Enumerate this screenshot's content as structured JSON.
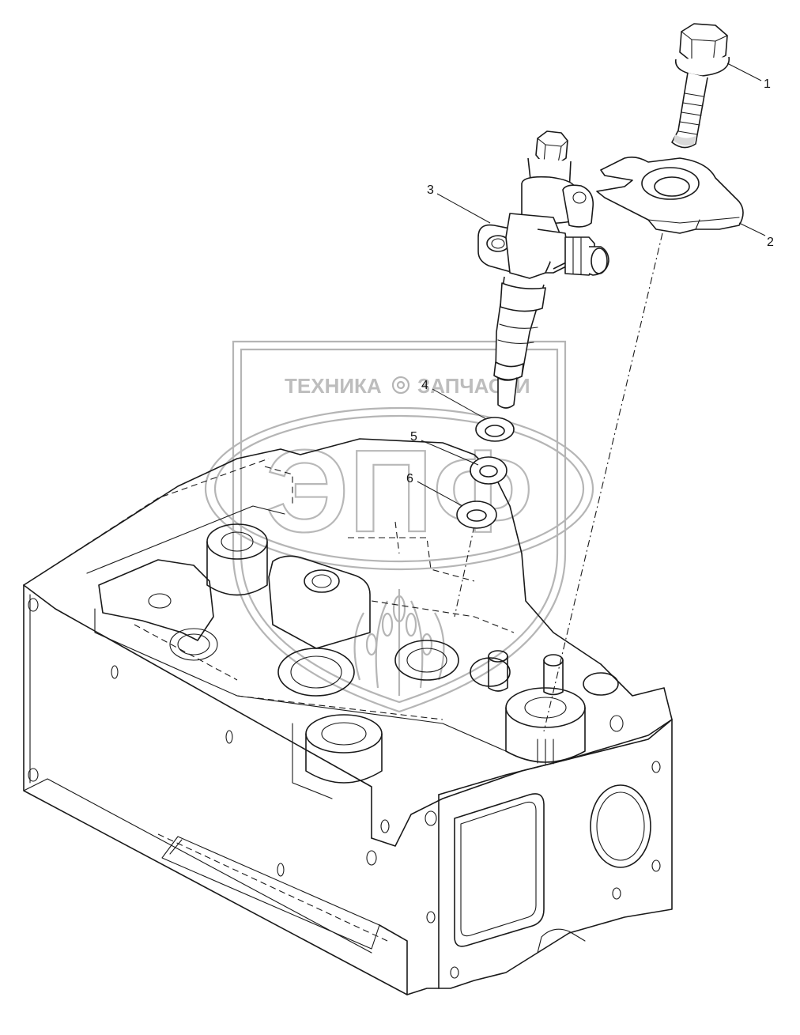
{
  "diagram": {
    "callouts": [
      {
        "id": "1",
        "label": "1"
      },
      {
        "id": "2",
        "label": "2"
      },
      {
        "id": "3",
        "label": "3"
      },
      {
        "id": "4",
        "label": "4"
      },
      {
        "id": "5",
        "label": "5"
      },
      {
        "id": "6",
        "label": "6"
      }
    ]
  },
  "watermark": {
    "left_word": "ТЕХНИКА",
    "right_word": "ЗАПЧАСТИ",
    "logo_letters": "ЭПФ"
  },
  "colors": {
    "line": "#1a1a1a",
    "watermark": "#b5b5b5",
    "background": "#ffffff"
  }
}
